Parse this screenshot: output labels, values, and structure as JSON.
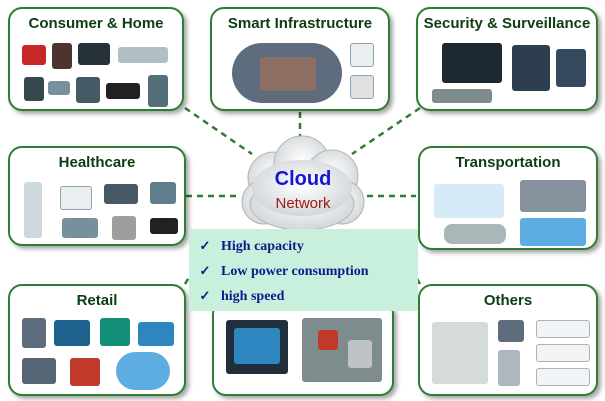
{
  "cards": {
    "consumer": {
      "title": "Consumer & Home",
      "icon": "consumer-devices-photos"
    },
    "infrastructure": {
      "title": "Smart Infrastructure",
      "icon": "smart-house-photo"
    },
    "security": {
      "title": "Security & Surveillance",
      "icon": "cctv-monitor-photo"
    },
    "healthcare": {
      "title": "Healthcare",
      "icon": "medical-devices-photos"
    },
    "transportation": {
      "title": "Transportation",
      "icon": "vehicle-network-photos"
    },
    "retail": {
      "title": "Retail",
      "icon": "store-shelves-photos"
    },
    "industrial": {
      "icon": "industrial-panel-photos"
    },
    "others": {
      "title": "Others",
      "icon": "misc-applications-photos"
    }
  },
  "cloud": {
    "title": "Cloud",
    "subtitle": "Network",
    "icon": "cloud-icon"
  },
  "features": [
    {
      "label": "High capacity"
    },
    {
      "label": "Low power consumption"
    },
    {
      "label": "high speed"
    }
  ],
  "colors": {
    "border": "#2e7d32",
    "title": "#0d3d12",
    "connector": "#2e7d32",
    "cloud_title": "#1515d8",
    "cloud_subtitle": "#a01818",
    "feature_box": "#c9f0dc",
    "feature_text": "#0c1a8a"
  }
}
